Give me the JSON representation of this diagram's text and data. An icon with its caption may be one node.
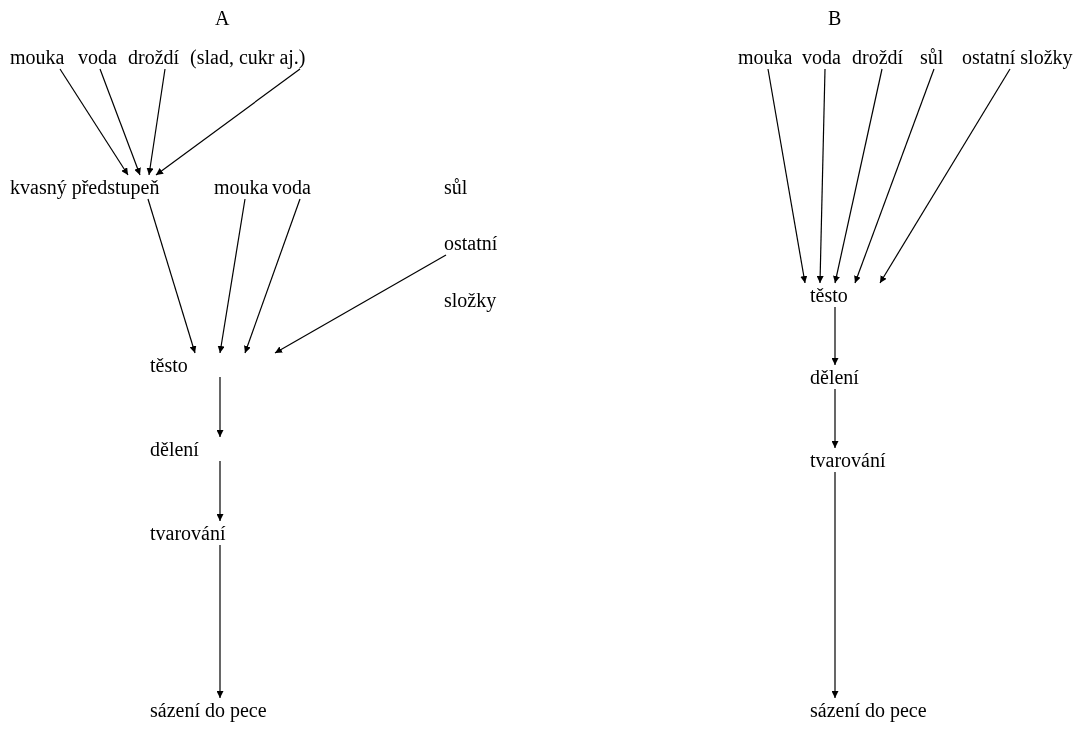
{
  "diagram": {
    "nodes": [
      {
        "text": [
          "mouka"
        ]
      },
      {
        "text": [
          "voda"
        ]
      },
      {
        "text": [
          "droždí"
        ]
      },
      {
        "text": [
          "(slad, cukr aj.)"
        ]
      },
      {
        "text": [
          "kvasný předstupeň"
        ]
      },
      {
        "text": [
          "mouka"
        ]
      },
      {
        "text": [
          "voda"
        ]
      },
      {
        "text": [
          "sůl"
        ]
      },
      {
        "text": [
          "ostatní"
        ]
      },
      {
        "text": [
          "složky"
        ]
      },
      {
        "text": [
          "těsto"
        ]
      },
      {
        "text": [
          "dělení"
        ]
      },
      {
        "text": [
          "tvarování"
        ]
      },
      {
        "text": [
          "sázení do pece"
        ]
      },
      {
        "text": [
          "mouka"
        ]
      },
      {
        "text": [
          "voda"
        ]
      },
      {
        "text": [
          "droždí"
        ]
      },
      {
        "text": [
          "sůl"
        ]
      },
      {
        "text": [
          "ostatní složky"
        ]
      },
      {
        "text": [
          "těsto"
        ]
      },
      {
        "text": [
          "dělení"
        ]
      },
      {
        "text": [
          "tvarování"
        ]
      },
      {
        "text": [
          "sázení do pece"
        ]
      }
    ],
    "edges": [
      {
        "from": 0,
        "to": 4,
        "arrow": "to"
      },
      {
        "from": 1,
        "to": 4,
        "arrow": "to"
      },
      {
        "from": 2,
        "to": 4,
        "arrow": "to"
      },
      {
        "from": 3,
        "to": 4,
        "arrow": "to"
      },
      {
        "from": 4,
        "to": 10,
        "arrow": "to"
      },
      {
        "from": 5,
        "to": 10,
        "arrow": "to"
      },
      {
        "from": 6,
        "to": 10,
        "arrow": "to"
      },
      {
        "from": 8,
        "to": 10,
        "arrow": "to"
      },
      {
        "from": 10,
        "to": 11,
        "arrow": "to"
      },
      {
        "from": 11,
        "to": 12,
        "arrow": "to"
      },
      {
        "from": 12,
        "to": 13,
        "arrow": "to"
      },
      {
        "from": 14,
        "to": 19,
        "arrow": "to"
      },
      {
        "from": 15,
        "to": 19,
        "arrow": "to"
      },
      {
        "from": 16,
        "to": 19,
        "arrow": "to"
      },
      {
        "from": 17,
        "to": 19,
        "arrow": "to"
      },
      {
        "from": 18,
        "to": 19,
        "arrow": "to"
      },
      {
        "from": 19,
        "to": 20,
        "arrow": "to"
      },
      {
        "from": 20,
        "to": 21,
        "arrow": "to"
      },
      {
        "from": 21,
        "to": 22,
        "arrow": "to"
      }
    ],
    "labels": [
      "A",
      "B"
    ]
  }
}
